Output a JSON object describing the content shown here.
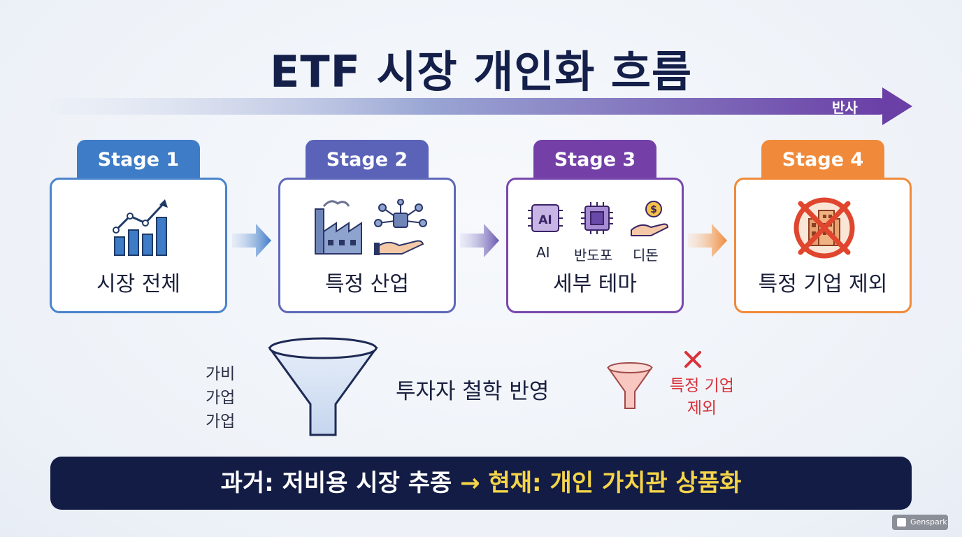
{
  "title": "ETF 시장 개인화 흐름",
  "timeline": {
    "label": "반사"
  },
  "stages": [
    {
      "tab": "Stage 1",
      "label": "시장 전체",
      "color": "#3e7cc7",
      "icon": "bar-chart-trend-icon"
    },
    {
      "tab": "Stage 2",
      "label": "특정 산업",
      "color": "#5a63b8",
      "icon": "factory-network-icon"
    },
    {
      "tab": "Stage 3",
      "label": "세부 테마",
      "color": "#7440a8",
      "icon": "theme-icons",
      "sub_items": [
        "AI",
        "반도포",
        "디돈"
      ]
    },
    {
      "tab": "Stage 4",
      "label": "특정 기업 제외",
      "color": "#f08a3a",
      "icon": "excluded-building-icon"
    }
  ],
  "funnel": {
    "left_lines": [
      "가비",
      "가업",
      "가업"
    ],
    "philosophy": "투자자 철학 반영",
    "exclude_lines": [
      "특정 기업",
      "제외"
    ]
  },
  "bottom": {
    "past": "과거: 저비용 시장 추종",
    "arrow": "→",
    "present": "현재: 개인 가치관 상품화"
  },
  "watermark": "Genspark"
}
